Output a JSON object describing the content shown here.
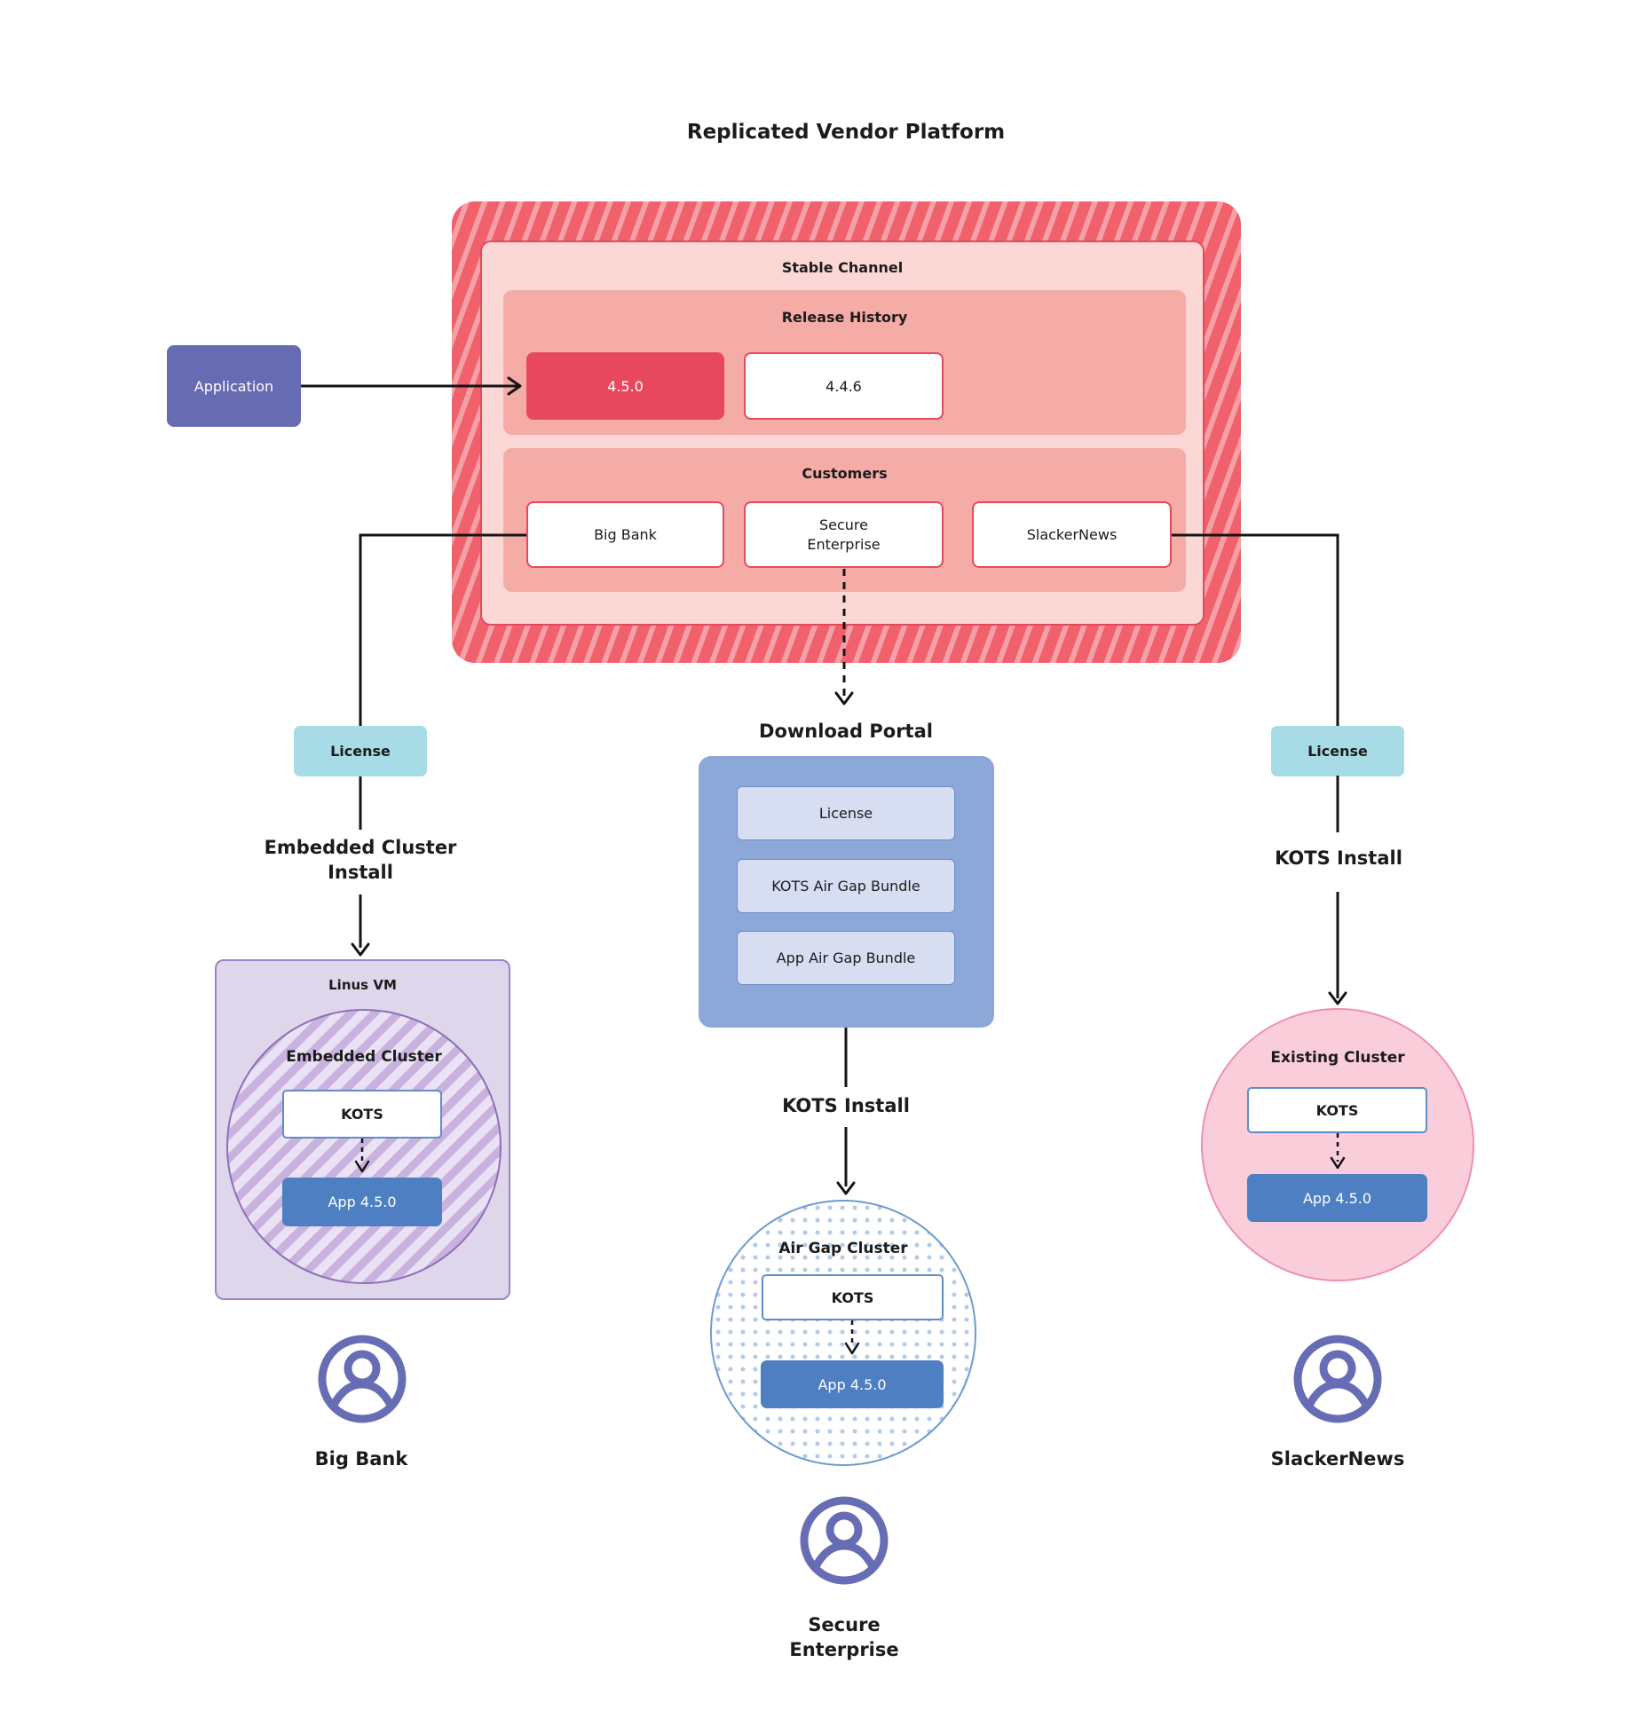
{
  "title": "Replicated Vendor Platform",
  "colors": {
    "accent_red": "#e8485d",
    "hatch_red": "#f0616b",
    "hatch_red_light": "#f5a0a6",
    "channel_pink": "#fbd8d6",
    "section_salmon": "#f5aba6",
    "app_purple": "#666bb2",
    "teal": "#a7dce6",
    "portal_blue": "#8ca8d8",
    "portal_item": "#d7def2",
    "portal_item_border": "#6b8fc9",
    "kots_border": "#5f8cc8",
    "app_blue": "#4d7fc2",
    "vm_fill": "#ded7ec",
    "vm_border": "#9b85c4",
    "ec_stripe_dark": "#c9b2de",
    "ec_stripe_light": "#e9e1f4",
    "ec_border": "#8d6fba",
    "airgap_dot": "#b3cbe7",
    "airgap_border": "#6f9ad0",
    "existing_fill": "#f9cdd9",
    "existing_border": "#f08fae",
    "person": "#666db4",
    "line": "#141414",
    "text": "#1b1b1b"
  },
  "application": {
    "label": "Application"
  },
  "platform": {
    "stable_channel": {
      "label": "Stable Channel"
    },
    "release_history": {
      "label": "Release History",
      "releases": [
        {
          "version": "4.5.0",
          "current": true
        },
        {
          "version": "4.4.6",
          "current": false
        }
      ]
    },
    "customers": {
      "label": "Customers",
      "items": [
        {
          "name": "Big Bank"
        },
        {
          "name": "Secure Enterprise"
        },
        {
          "name": "SlackerNews"
        }
      ]
    }
  },
  "left_flow": {
    "license_label": "License",
    "install_label": "Embedded Cluster Install",
    "vm": {
      "label": "Linus VM",
      "cluster": {
        "label": "Embedded Cluster",
        "kots": "KOTS",
        "app": "App 4.5.0"
      }
    },
    "user": "Big Bank"
  },
  "middle_flow": {
    "portal": {
      "title": "Download Portal",
      "items": [
        "License",
        "KOTS Air Gap Bundle",
        "App Air Gap Bundle"
      ]
    },
    "install_label": "KOTS Install",
    "cluster": {
      "label": "Air Gap Cluster",
      "kots": "KOTS",
      "app": "App 4.5.0"
    },
    "user": "Secure Enterprise"
  },
  "right_flow": {
    "license_label": "License",
    "install_label": "KOTS Install",
    "cluster": {
      "label": "Existing Cluster",
      "kots": "KOTS",
      "app": "App 4.5.0"
    },
    "user": "SlackerNews"
  }
}
